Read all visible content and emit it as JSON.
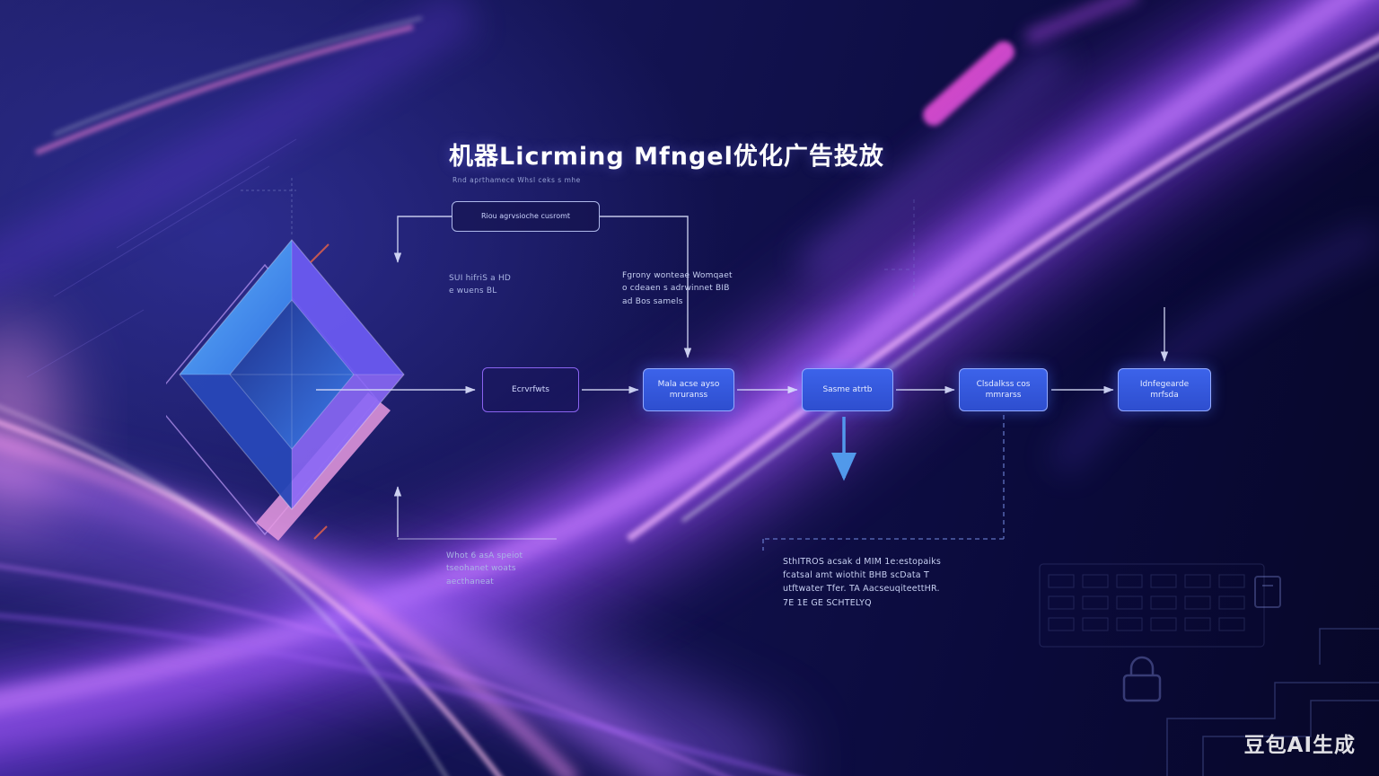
{
  "title": "机器Licrming Mfngel优化广告投放",
  "subtitle": "Rnd aprthamece Whsl ceks s mhe",
  "watermark": "豆包AI生成",
  "flowchart": {
    "top_box": "Riou agrvsioche cusromt",
    "boxes": [
      {
        "label": "Ecrvrfwts"
      },
      {
        "label": "Mala acse ayso\nmruranss"
      },
      {
        "label": "Sasme atrtb"
      },
      {
        "label": "Clsdalkss cos\nmmrarss"
      },
      {
        "label": "Idnfegearde\nmrfsda"
      }
    ],
    "annotations": {
      "upper_left": "SUI hifriS a HD\ne wuens BL",
      "upper_center": "Fgrony wonteae Womqaet\no cdeaen s adrwinnet BIB\nad Bos samels",
      "lower_left": "Whot 6 asA speiot\ntseohanet woats\naecthaneat",
      "lower_center": "SthITROS acsak d MIM 1e:estopaiks\nfcatsal amt wiothit BHB scData T\nutftwater Tfer. TA AacseuqiteettHR.\n7E 1E GE SCHTELYQ"
    }
  }
}
